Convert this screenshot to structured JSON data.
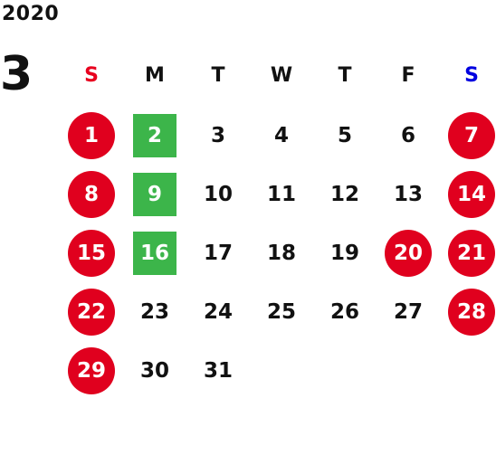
{
  "calendar": {
    "year": "2020",
    "month": "3",
    "weekdays": [
      "S",
      "M",
      "T",
      "W",
      "T",
      "F",
      "S"
    ],
    "weekday_colors": [
      "#e8001e",
      "#111111",
      "#111111",
      "#111111",
      "#111111",
      "#111111",
      "#0000e0"
    ],
    "colors": {
      "holiday": "#e0001e",
      "marked": "#3cb54a",
      "text": "#111111"
    },
    "weeks": [
      [
        {
          "day": "1",
          "style": "holiday"
        },
        {
          "day": "2",
          "style": "marked"
        },
        {
          "day": "3",
          "style": "plain"
        },
        {
          "day": "4",
          "style": "plain"
        },
        {
          "day": "5",
          "style": "plain"
        },
        {
          "day": "6",
          "style": "plain"
        },
        {
          "day": "7",
          "style": "holiday"
        }
      ],
      [
        {
          "day": "8",
          "style": "holiday"
        },
        {
          "day": "9",
          "style": "marked"
        },
        {
          "day": "10",
          "style": "plain"
        },
        {
          "day": "11",
          "style": "plain"
        },
        {
          "day": "12",
          "style": "plain"
        },
        {
          "day": "13",
          "style": "plain"
        },
        {
          "day": "14",
          "style": "holiday"
        }
      ],
      [
        {
          "day": "15",
          "style": "holiday"
        },
        {
          "day": "16",
          "style": "marked"
        },
        {
          "day": "17",
          "style": "plain"
        },
        {
          "day": "18",
          "style": "plain"
        },
        {
          "day": "19",
          "style": "plain"
        },
        {
          "day": "20",
          "style": "holiday"
        },
        {
          "day": "21",
          "style": "holiday"
        }
      ],
      [
        {
          "day": "22",
          "style": "holiday"
        },
        {
          "day": "23",
          "style": "plain"
        },
        {
          "day": "24",
          "style": "plain"
        },
        {
          "day": "25",
          "style": "plain"
        },
        {
          "day": "26",
          "style": "plain"
        },
        {
          "day": "27",
          "style": "plain"
        },
        {
          "day": "28",
          "style": "holiday"
        }
      ],
      [
        {
          "day": "29",
          "style": "holiday"
        },
        {
          "day": "30",
          "style": "plain"
        },
        {
          "day": "31",
          "style": "plain"
        },
        {
          "day": "",
          "style": "empty"
        },
        {
          "day": "",
          "style": "empty"
        },
        {
          "day": "",
          "style": "empty"
        },
        {
          "day": "",
          "style": "empty"
        }
      ]
    ]
  }
}
